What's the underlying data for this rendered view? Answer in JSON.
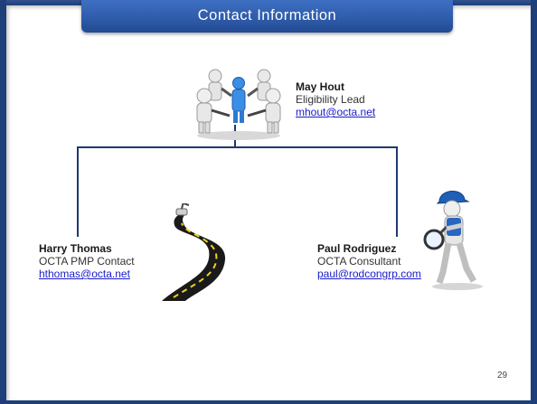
{
  "slide": {
    "title": "Contact Information",
    "page_number": "29"
  },
  "contacts": {
    "top": {
      "name": "May Hout",
      "role": "Eligibility Lead",
      "email": "mhout@octa.net"
    },
    "left": {
      "name": "Harry Thomas",
      "role": "OCTA PMP Contact",
      "email": "hthomas@octa.net"
    },
    "right": {
      "name": "Paul Rodriguez",
      "role": "OCTA Consultant",
      "email": "paul@rodcongrp.com"
    }
  },
  "colors": {
    "frame": "#1f3f7a",
    "title_bar": "#2f5cab",
    "connector": "#1e3a6e",
    "link": "#1a1acc"
  },
  "icons": [
    "team-figures-icon",
    "road-illustration",
    "inspector-with-magnifier-icon"
  ]
}
